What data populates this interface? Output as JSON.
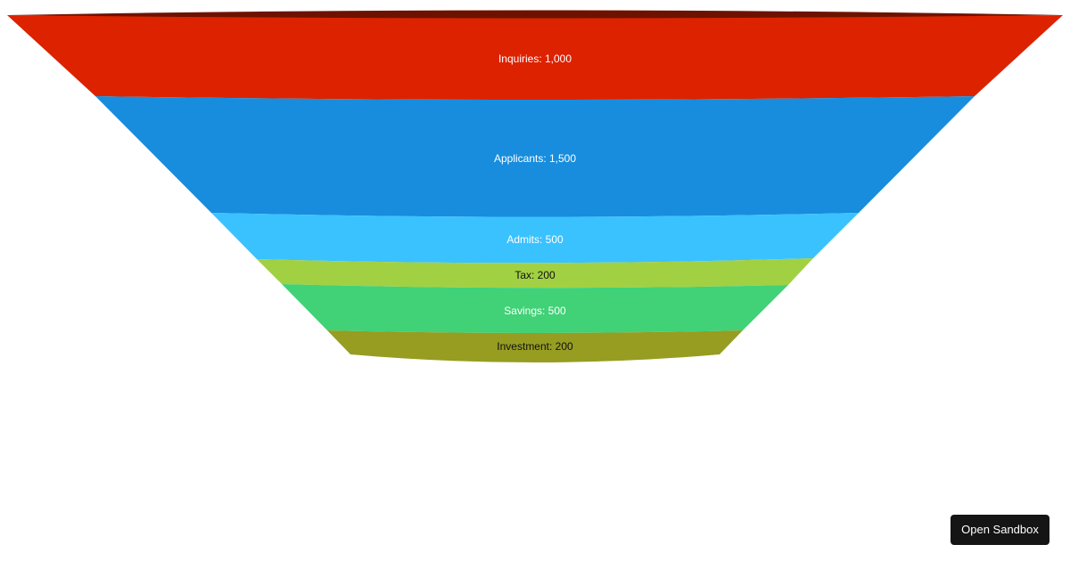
{
  "chart_data": {
    "type": "funnel",
    "title": "",
    "categories": [
      "Inquiries",
      "Applicants",
      "Admits",
      "Tax",
      "Savings",
      "Investment"
    ],
    "values": [
      1000,
      1500,
      500,
      200,
      500,
      200
    ],
    "labels": [
      "Inquiries: 1,000",
      "Applicants: 1,500",
      "Admits: 500",
      "Tax: 200",
      "Savings: 500",
      "Investment: 200"
    ],
    "colors": [
      "#dd2200",
      "#188ddd",
      "#3ac2ff",
      "#a2d043",
      "#41d177",
      "#969d21"
    ],
    "top_rim_color": "#6e1200",
    "legend": "none",
    "grid": false
  },
  "segments": [
    {
      "label": "Inquiries: 1,000",
      "color": "#dd2200",
      "text_color": "light"
    },
    {
      "label": "Applicants: 1,500",
      "color": "#188ddd",
      "text_color": "light"
    },
    {
      "label": "Admits: 500",
      "color": "#3ac2ff",
      "text_color": "light"
    },
    {
      "label": "Tax: 200",
      "color": "#a2d043",
      "text_color": "dark"
    },
    {
      "label": "Savings: 500",
      "color": "#41d177",
      "text_color": "light"
    },
    {
      "label": "Investment: 200",
      "color": "#969d21",
      "text_color": "dark"
    }
  ],
  "toolbar": {
    "open_sandbox_label": "Open Sandbox"
  }
}
